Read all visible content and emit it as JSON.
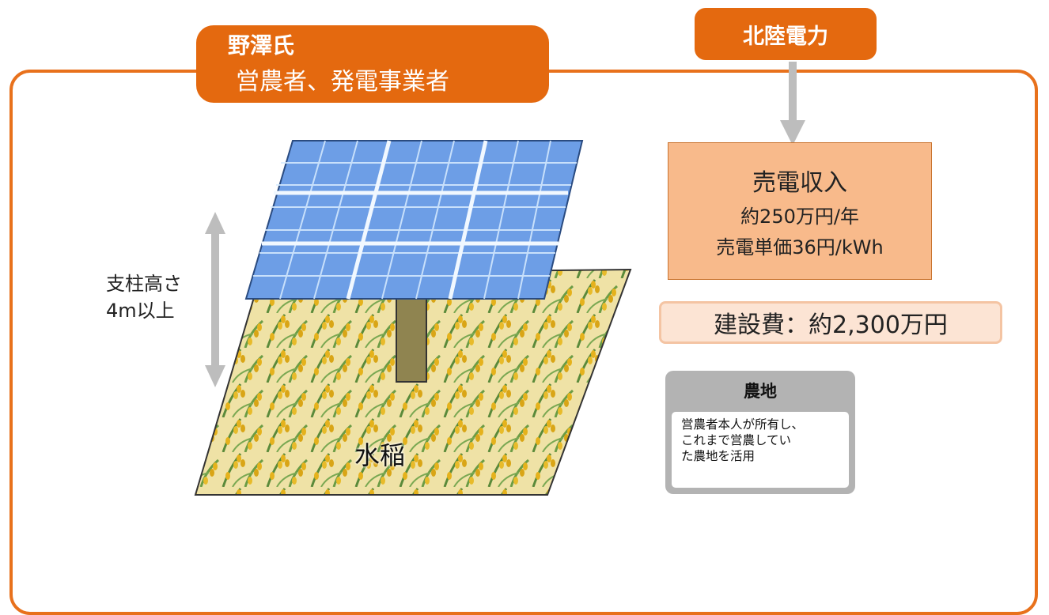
{
  "operator": {
    "name": "野澤氏",
    "role": "営農者、発電事業者"
  },
  "utility": {
    "name": "北陸電力"
  },
  "revenue": {
    "title": "売電収入",
    "annual": "約250万円/年",
    "unit_price": "売電単価36円/kWh"
  },
  "construction_cost": "建設費：約2,300万円",
  "support": {
    "height_line1": "支柱高さ",
    "height_line2": "4m以上"
  },
  "crop": "水稲",
  "land": {
    "title": "農地",
    "description_lines": [
      "営農者本人が所有し、",
      "これまで営農してい",
      "た農地を活用"
    ]
  },
  "colors": {
    "accent_orange": "#e4690f",
    "revenue_fill": "#f8ba8b",
    "cost_fill": "#fce4d4",
    "panel_blue": "#6d9ee6",
    "rice_gold": "#e5b21c",
    "arrow_gray": "#bdbdbd"
  }
}
